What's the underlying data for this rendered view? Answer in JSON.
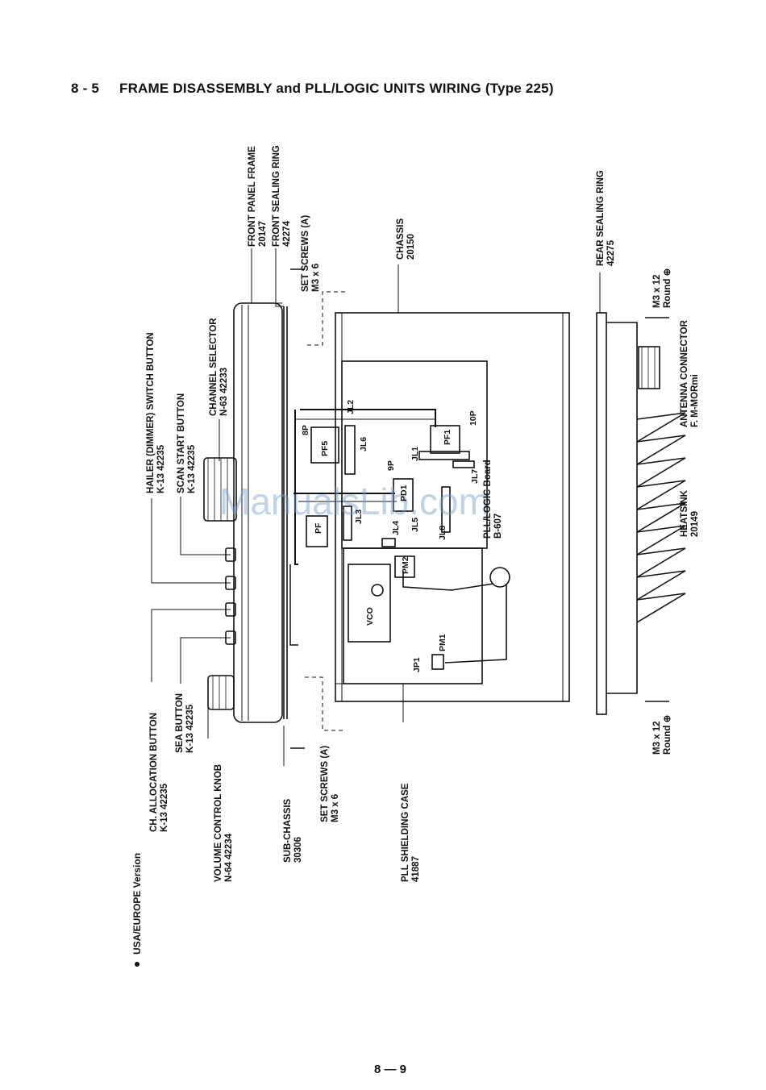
{
  "heading": {
    "section": "8 - 5",
    "title": "FRAME DISASSEMBLY and PLL/LOGIC UNITS WIRING (Type 225)"
  },
  "version": "USA/EUROPE Version",
  "page_number": "8 — 9",
  "watermark": "ManualsLib.com",
  "labels": {
    "front_panel_frame": [
      "FRONT PANEL FRAME",
      "20147"
    ],
    "front_sealing_ring": [
      "FRONT SEALING RING",
      "42274"
    ],
    "set_screws_top": [
      "SET SCREWS (A)",
      "M3 x 6"
    ],
    "chassis": [
      "CHASSIS",
      "20150"
    ],
    "rear_sealing_ring": [
      "REAR SEALING RING",
      "42275"
    ],
    "m3_top": [
      "M3 x 12",
      "Round ⊕"
    ],
    "antenna_connector": [
      "ANTENNA CONNECTOR",
      "F. M-MORmi"
    ],
    "heatsink": [
      "HEATSINK",
      "20149"
    ],
    "m3_bottom": [
      "M3 x 12",
      "Round ⊕"
    ],
    "hailer": [
      "HAILER (DIMMER) SWITCH BUTTON",
      "K-13  42235"
    ],
    "scan_start": [
      "SCAN START BUTTON",
      "K-13  42235"
    ],
    "channel_selector": [
      "CHANNEL SELECTOR",
      "N-63  42233"
    ],
    "ch_allocation": [
      "CH. ALLOCATION BUTTON",
      "K-13  42235"
    ],
    "sea_button": [
      "SEA BUTTON",
      "K-13  42235"
    ],
    "volume_knob": [
      "VOLUME CONTROL KNOB",
      "N-64  42234"
    ],
    "sub_chassis": [
      "SUB-CHASSIS",
      "30306"
    ],
    "set_screws_bottom": [
      "SET SCREWS (A)",
      "M3 x 6"
    ],
    "pll_shielding": [
      "PLL SHIELDING CASE",
      "41887"
    ],
    "pll_logic_board": [
      "PLL/LOGIC Board",
      "B-607"
    ]
  },
  "board_labels": {
    "jl2": "JL2",
    "jl6": "JL6",
    "jl1": "JL1",
    "jl3": "JL3",
    "jl4": "JL4",
    "jl5": "JL5",
    "jl7": "JL7",
    "jl8": "JL8",
    "pf1": "PF1",
    "pf5": "PF5",
    "pf_left": "PF",
    "pd1": "PD1",
    "pm1": "PM1",
    "pm2": "PM2",
    "jp1": "JP1",
    "vco": "VCO",
    "p10": "10P",
    "p8": "8P",
    "p9": "9P"
  }
}
